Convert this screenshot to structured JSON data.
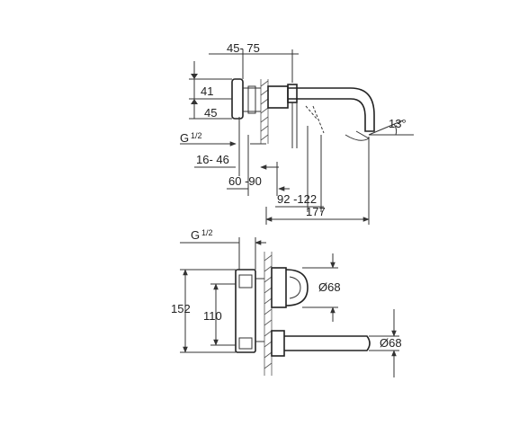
{
  "top_view": {
    "dim_45_75": "45- 75",
    "dim_41": "41",
    "dim_45": "45",
    "thread_g": "G",
    "thread_frac": "1/2",
    "dim_16_46": "16- 46",
    "dim_60_90": "60 -90",
    "dim_92_122": "92 -122",
    "dim_177": "177",
    "angle_13": "13°"
  },
  "bottom_view": {
    "thread_g": "G",
    "thread_frac": "1/2",
    "dim_152": "152",
    "dim_110": "110",
    "dia_68_handle": "Ø68",
    "dia_68_spout": "Ø68"
  },
  "colors": {
    "line": "#333333",
    "text": "#222222",
    "background": "#ffffff"
  }
}
